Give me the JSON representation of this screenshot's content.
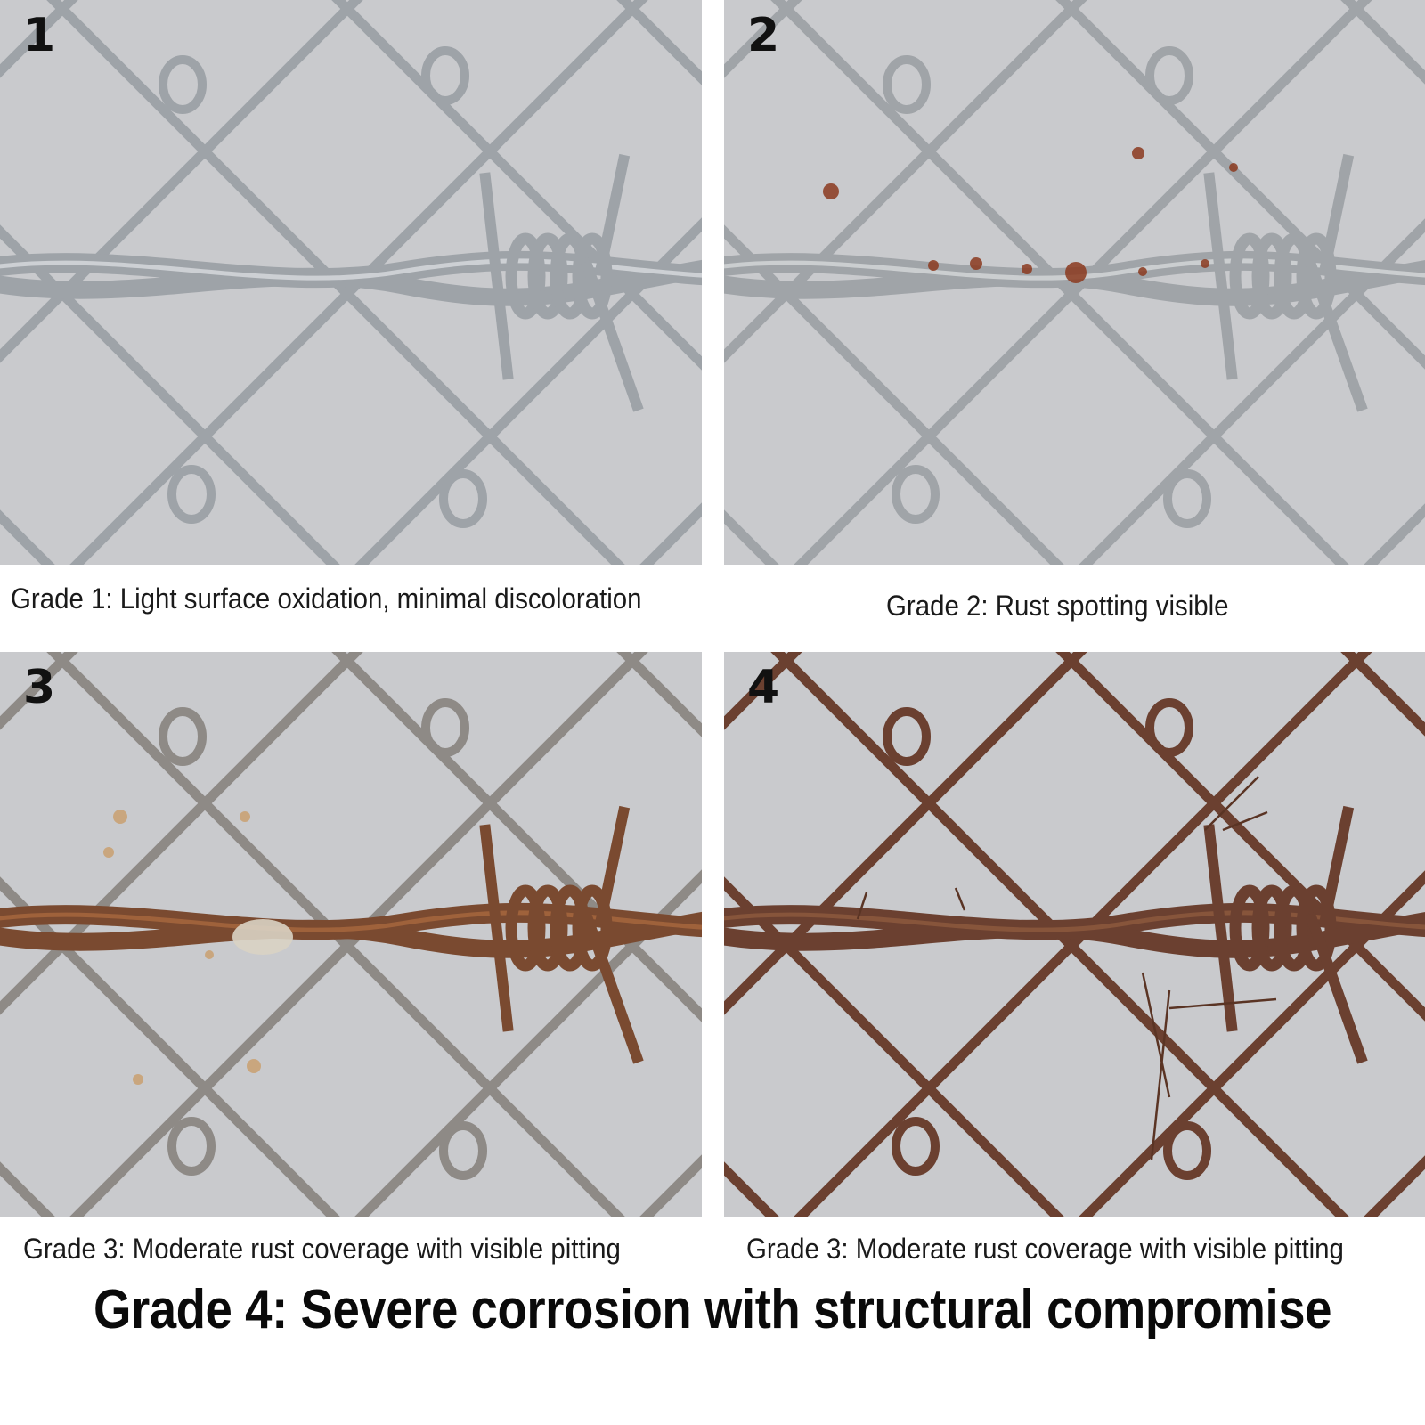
{
  "panels": [
    {
      "number": "1",
      "caption": "Grade 1: Light surface oxidation, minimal discoloration",
      "wire_color": "#9ea3a8",
      "wire_highlight": "#d8dbde",
      "rust_spots": "none"
    },
    {
      "number": "2",
      "caption": "Grade 2: Rust spotting visible",
      "wire_color": "#a0a4a8",
      "wire_highlight": "#d6d8da",
      "rust_color": "#8b3a1e",
      "rust_spots": "scattered"
    },
    {
      "number": "3",
      "caption": "Grade 3: Moderate rust coverage with visible pitting",
      "wire_color": "#7a4a30",
      "wire_highlight": "#a9683f",
      "mesh_color": "#8e8a86",
      "rust_spots": "heavy"
    },
    {
      "number": "4",
      "caption": "Grade 3: Moderate rust coverage with visible pitting",
      "wire_color": "#6b4030",
      "wire_highlight": "#8f5a3e",
      "rust_spots": "full"
    }
  ],
  "title": "Grade 4: Severe corrosion with structural compromise",
  "colors": {
    "background": "#c9cacd",
    "page": "#ffffff",
    "text": "#1a1a1a"
  }
}
